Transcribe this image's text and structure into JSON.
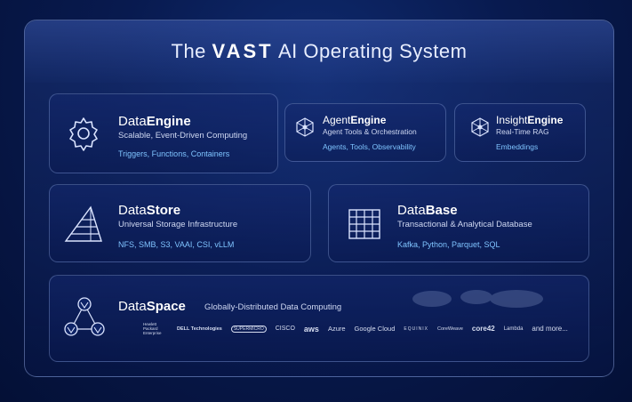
{
  "title": {
    "prefix": "The",
    "brand": "VAST",
    "suffix": "AI Operating System"
  },
  "data_engine": {
    "name_prefix": "Data",
    "name_bold": "Engine",
    "subtitle": "Scalable, Event-Driven Computing",
    "tags": "Triggers, Functions, Containers",
    "icon": "gear-icon"
  },
  "agent_engine": {
    "name_prefix": "Agent",
    "name_bold": "Engine",
    "subtitle": "Agent Tools & Orchestration",
    "tags": "Agents, Tools, Observability",
    "icon": "network-icon"
  },
  "insight_engine": {
    "name_prefix": "Insight",
    "name_bold": "Engine",
    "subtitle": "Real-Time RAG",
    "tags": "Embeddings",
    "icon": "network-icon"
  },
  "data_store": {
    "name_prefix": "Data",
    "name_bold": "Store",
    "subtitle": "Universal Storage Infrastructure",
    "tags": "NFS, SMB, S3, VAAI, CSI, vLLM",
    "icon": "pyramid-icon"
  },
  "data_base": {
    "name_prefix": "Data",
    "name_bold": "Base",
    "subtitle": "Transactional & Analytical Database",
    "tags": "Kafka, Python, Parquet, SQL",
    "icon": "grid-icon"
  },
  "data_space": {
    "name_prefix": "Data",
    "name_bold": "Space",
    "subtitle": "Globally-Distributed Data Computing",
    "icon": "triangle-nodes-icon",
    "partners": [
      "Hewlett Packard Enterprise",
      "DELL Technologies",
      "SUPERMICRO",
      "CISCO",
      "aws",
      "Azure",
      "Google Cloud",
      "EQUINIX",
      "CoreWeave",
      "core42",
      "Lambda",
      "and more..."
    ]
  },
  "colors": {
    "accent": "#7fc4ff",
    "background": "#081a4f"
  }
}
